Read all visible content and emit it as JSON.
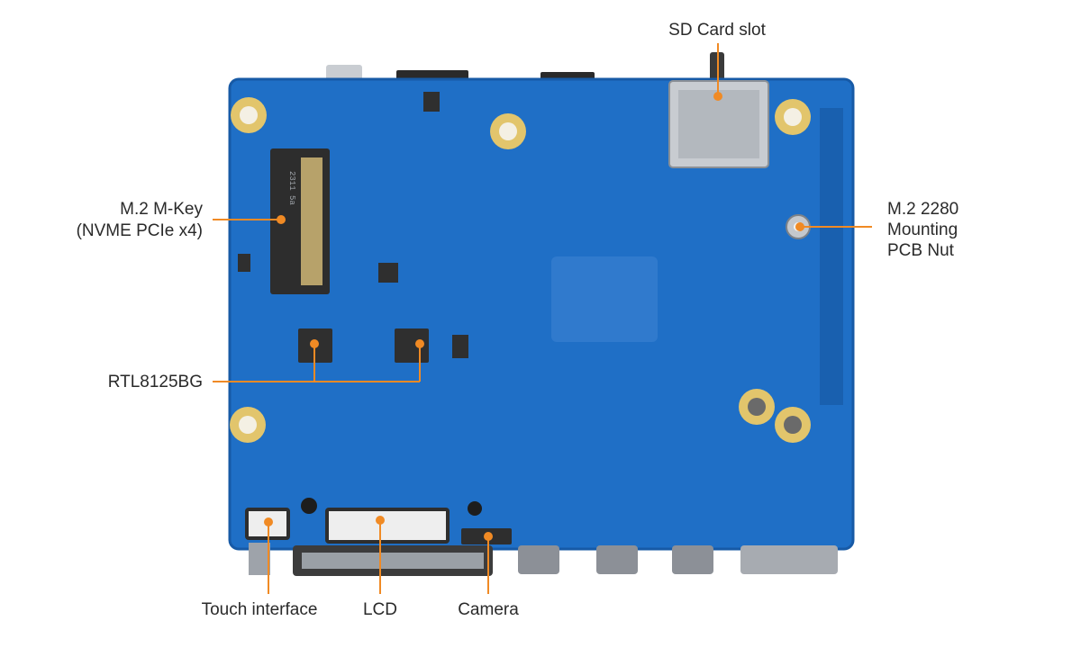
{
  "colors": {
    "pcb": "#1f6fc6",
    "pcb_dark": "#175aa6",
    "callout": "#f08a24",
    "gold": "#e2c56c",
    "metal": "#b8bcc2"
  },
  "labels": {
    "sd_card": "SD Card slot",
    "m2_mkey_line1": "M.2 M-Key",
    "m2_mkey_line2": "(NVME PCIe x4)",
    "m2_nut_line1": "M.2 2280",
    "m2_nut_line2": "Mounting",
    "m2_nut_line3": "PCB Nut",
    "rtl": "RTL8125BG",
    "touch": "Touch interface",
    "lcd": "LCD",
    "camera": "Camera"
  },
  "m2_slot_text": "2311 5a"
}
